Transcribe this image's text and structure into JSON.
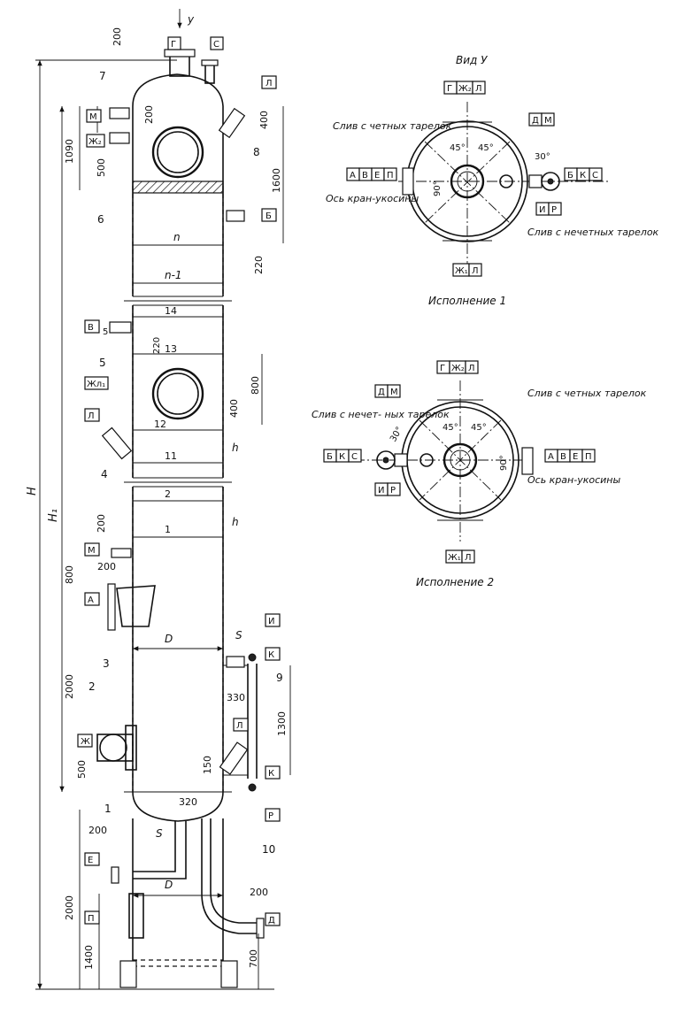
{
  "view_label": "Вид У",
  "view_arrow_label": "у",
  "exec1_caption": "Исполнение 1",
  "exec2_caption": "Исполнение 2",
  "exec1": {
    "top_tag": [
      "Г",
      "Ж₂",
      "Л"
    ],
    "right_top_tag": [
      "Д",
      "М"
    ],
    "left_tag": [
      "А",
      "В",
      "Е",
      "П"
    ],
    "right_tag": [
      "Б",
      "К",
      "С"
    ],
    "right_low_tag": [
      "И",
      "Р"
    ],
    "bottom_tag": [
      "Ж₁",
      "Л"
    ],
    "even_drain": "Слив с четных тарелок",
    "axis_label": "Ось кран-укосины",
    "odd_drain": "Слив с нечетных тарелок",
    "angles": [
      "45°",
      "45°",
      "30°",
      "90°"
    ]
  },
  "exec2": {
    "top_tag": [
      "Г",
      "Ж₂",
      "Л"
    ],
    "left_top_tag": [
      "Д",
      "М"
    ],
    "left_tag": [
      "Б",
      "К",
      "С"
    ],
    "left_low_tag": [
      "И",
      "Р"
    ],
    "right_tag": [
      "А",
      "В",
      "Е",
      "П"
    ],
    "bottom_tag": [
      "Ж₁",
      "Л"
    ],
    "odd_drain": "Слив с нечет- ных тарелок",
    "even_drain": "Слив с четных тарелок",
    "axis_label": "Ось кран-укосины",
    "angles": [
      "45°",
      "45°",
      "30°",
      "90°"
    ]
  },
  "column": {
    "nozzle_tags": {
      "G": "Г",
      "C": "С",
      "L_top": "Л",
      "M_top": "М",
      "Zh2": "Ж₂",
      "B_right": "Б",
      "V": "В",
      "Zh1": "Жл₁",
      "L_mid": "Л",
      "M_low": "М",
      "A": "А",
      "I": "И",
      "K_top": "К",
      "L_low": "Л",
      "K_low": "К",
      "Zh_low": "Ж",
      "R": "Р",
      "E": "Е",
      "P": "П",
      "D": "Д"
    },
    "tray_labels": [
      "n",
      "n-1",
      "14",
      "13",
      "12",
      "11",
      "2",
      "1"
    ],
    "item_numbers": [
      "7",
      "8",
      "6",
      "5",
      "4",
      "3",
      "2",
      "1",
      "9",
      "10"
    ],
    "dims": {
      "d200_top": "200",
      "d1090": "1090",
      "d200_b": "200",
      "d500": "500",
      "d400_r": "400",
      "d1600": "1600",
      "d220": "220",
      "d220_b": "220",
      "d800": "800",
      "d400": "400",
      "h1": "h",
      "h2": "h",
      "d200_l": "200",
      "d200_l2": "200",
      "d800_l": "800",
      "d2000": "2000",
      "d500_l": "500",
      "D1": "D",
      "S1": "S",
      "d330": "330",
      "d1300": "1300",
      "d150": "150",
      "d320": "320",
      "d200_sk": "200",
      "S2": "S",
      "D2": "D",
      "d2000_sk": "2000",
      "d1400": "1400",
      "d200_r": "200",
      "d700": "700",
      "H": "H",
      "H1": "H₁",
      "i5": "5"
    }
  }
}
